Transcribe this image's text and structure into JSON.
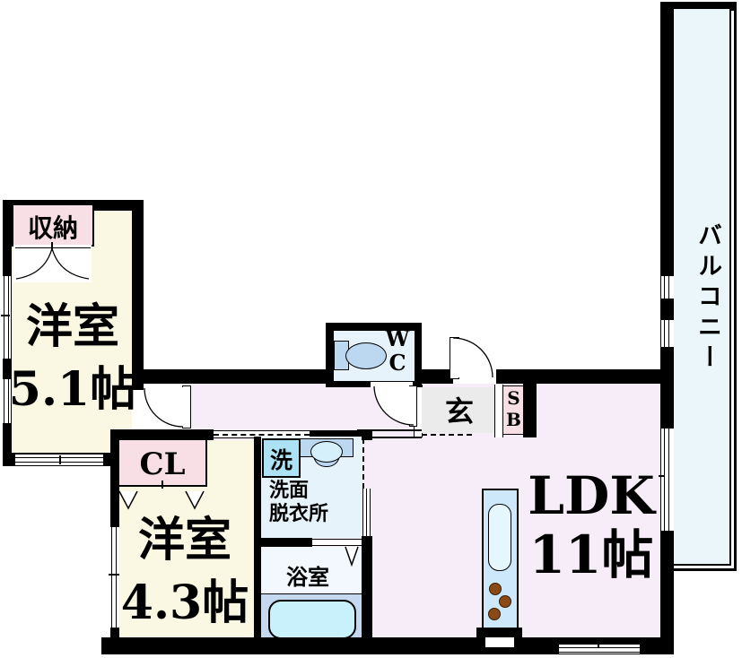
{
  "floorplan": {
    "storage_label": "収納",
    "closet_label": "CL",
    "entrance_label": "玄",
    "washer_label": "洗",
    "bath_label": "浴室",
    "balcony_label": "バルコニー",
    "wc": {
      "line1": "W",
      "line2": "C"
    },
    "shoe_box": {
      "line1": "S",
      "line2": "B"
    },
    "washroom": {
      "line1": "洗面",
      "line2": "脱衣所"
    },
    "rooms": {
      "west1": {
        "label": "洋室",
        "size": "5.1帖"
      },
      "west2": {
        "label": "洋室",
        "size": "4.3帖"
      },
      "ldk": {
        "label": "LDK",
        "size": "11帖"
      }
    },
    "colors": {
      "wall": "#000000",
      "room_cream": "#faf7e3",
      "closet_pink": "#f8dfe5",
      "ldk_lavender": "#f6edf8",
      "wet_blue": "#e7f3fb",
      "bath_white_blue": "#f2f8fd",
      "balcony_blue": "#eaf6fa",
      "entrance_gray": "#ebebeb",
      "tub_cyan": "#c9f1fb",
      "tub_deck_blue": "#c4d9ef",
      "fixture_blue": "#bcd7f0",
      "washer_cyan": "#ade2f4",
      "kitchen_blue": "#cde8fb",
      "sink_pale": "#e6f6fd",
      "burner_brown": "#8a4a15"
    }
  }
}
